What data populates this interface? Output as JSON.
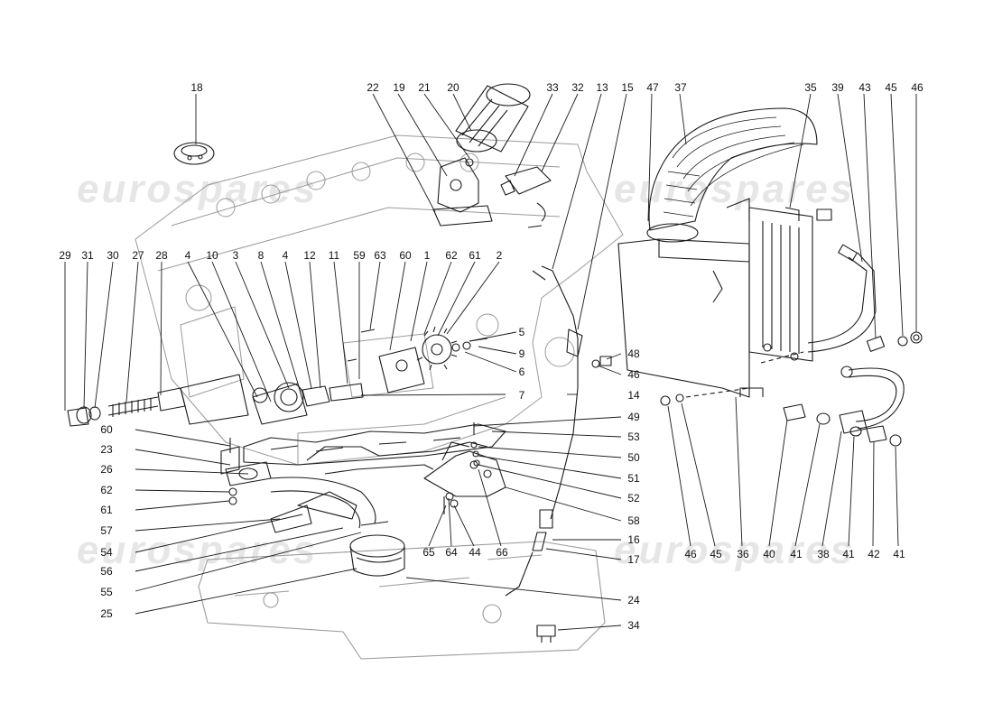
{
  "watermark": {
    "text": "eurospares"
  },
  "part_labels": {
    "top_row": [
      "18",
      "22",
      "19",
      "21",
      "20",
      "33",
      "32",
      "13",
      "15",
      "47",
      "37",
      "35",
      "39",
      "43",
      "45",
      "46"
    ],
    "pump_row": [
      "29",
      "31",
      "30",
      "27",
      "28",
      "4",
      "10",
      "3",
      "8",
      "4",
      "12",
      "11",
      "59",
      "63",
      "60",
      "1",
      "62",
      "61",
      "2"
    ],
    "pump_callouts": [
      "5",
      "9",
      "6",
      "7",
      "48",
      "46",
      "14"
    ],
    "left_column": [
      "60",
      "23",
      "26",
      "62",
      "61",
      "57",
      "54",
      "56",
      "55",
      "25"
    ],
    "right_column": [
      "49",
      "53",
      "50",
      "51",
      "52",
      "58",
      "16",
      "17",
      "24",
      "34"
    ],
    "bottom_center": [
      "65",
      "64",
      "44",
      "66"
    ],
    "bottom_right": [
      "46",
      "45",
      "36",
      "40",
      "41",
      "38",
      "41",
      "42",
      "41"
    ]
  },
  "colors": {
    "line": "#1a1a1a",
    "faint_line": "#9a9a9a",
    "watermark": "#e6e6e6",
    "background": "#ffffff"
  }
}
